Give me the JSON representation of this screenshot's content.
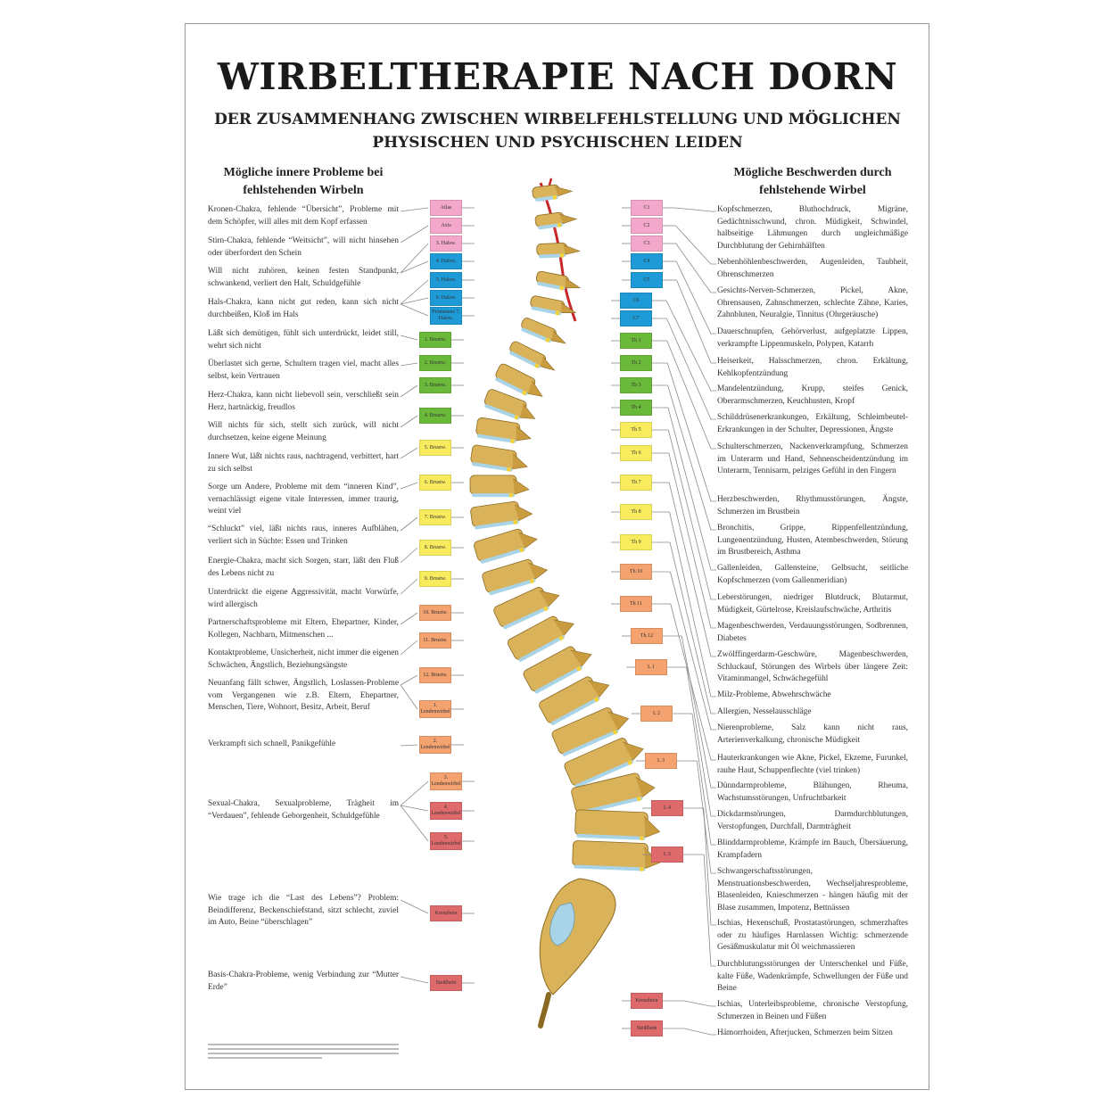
{
  "header": {
    "title": "WIRBELTHERAPIE NACH DORN",
    "subtitle_line1": "DER ZUSAMMENHANG ZWISCHEN WIRBELFEHLSTELLUNG UND MÖGLICHEN",
    "subtitle_line2": "PHYSISCHEN UND PSYCHISCHEN LEIDEN"
  },
  "left_column": {
    "heading_line1": "Mögliche innere Probleme bei",
    "heading_line2": "fehlstehenden Wirbeln",
    "items": [
      "Kronen-Chakra, fehlende “Übersicht”, Probleme mit dem Schöpfer, will alles mit dem Kopf erfassen",
      "Stirn-Chakra, fehlende “Weitsicht”, will nicht hinsehen oder überfordert den Schein",
      "Will nicht zuhören, keinen festen Standpunkt, schwankend, verliert den Halt, Schuldgefühle",
      "Hals-Chakra, kann nicht gut reden, kann sich nicht durchbeißen, Kloß im Hals",
      "Läßt sich demütigen, fühlt sich unterdrückt, leidet still, wehrt sich nicht",
      "Überlastet sich gerne, Schultern tragen viel, macht alles selbst, kein Vertrauen",
      "Herz-Chakra, kann nicht liebevoll sein, verschließt sein Herz, hartnäckig, freudlos",
      "Will nichts für sich, stellt sich zurück, will nicht durchsetzen, keine eigene Meinung",
      "Innere Wut, läßt nichts raus, nachtragend, verbittert, hart zu sich selbst",
      "Sorge um Andere, Probleme mit dem “inneren Kind”, vernachlässigt eigene vitale Interessen, immer traurig, weint viel",
      "“Schluckt” viel, läßt nichts raus, inneres Aufblähen, verliert sich in Süchte: Essen und Trinken",
      "Energie-Chakra, macht sich Sorgen, starr, läßt den Fluß des Lebens nicht zu",
      "Unterdrückt die eigene Aggressivität, macht Vorwürfe, wird allergisch",
      "Partnerschaftsprobleme mit Eltern, Ehepartner, Kinder, Kollegen, Nachbarn, Mitmenschen ...",
      "Kontaktprobleme, Unsicherheit, nicht immer die eigenen Schwächen, Ängstlich, Beziehungsängste",
      "Neuanfang fällt schwer, Ängstlich, Loslassen-Probleme vom Vergangenen wie z.B. Eltern, Ehepartner, Menschen, Tiere, Wohnort, Besitz, Arbeit, Beruf",
      "Verkrampft sich schnell, Panikgefühle",
      "Sexual-Chakra, Sexualprobleme, Trägheit im “Verdauen”, fehlende Geborgenheit, Schuldgefühle",
      "Wie trage ich die “Last des Lebens”? Problem: Beindifferenz, Beckenschiefstand, sitzt schlecht, zuviel im Auto, Beine “überschlagen”",
      "Basis-Chakra-Probleme, wenig Verbindung zur “Mutter Erde”"
    ],
    "boxes": [
      {
        "label": "Atlas",
        "color": "pink"
      },
      {
        "label": "Axis",
        "color": "pink"
      },
      {
        "label": "3. Halsw.",
        "color": "pink"
      },
      {
        "label": "4. Halsw.",
        "color": "blue"
      },
      {
        "label": "5. Halsw.",
        "color": "blue"
      },
      {
        "label": "6. Halsw.",
        "color": "blue"
      },
      {
        "label": "Prominens 7. Halsw.",
        "color": "blue"
      },
      {
        "label": "1. Brustw.",
        "color": "green"
      },
      {
        "label": "2. Brustw.",
        "color": "green"
      },
      {
        "label": "3. Brustw.",
        "color": "green"
      },
      {
        "label": "4. Brustw.",
        "color": "green"
      },
      {
        "label": "5. Brustw.",
        "color": "yellow"
      },
      {
        "label": "6. Brustw.",
        "color": "yellow"
      },
      {
        "label": "7. Brustw.",
        "color": "yellow"
      },
      {
        "label": "8. Brustw.",
        "color": "yellow"
      },
      {
        "label": "9. Brustw.",
        "color": "yellow"
      },
      {
        "label": "10. Brustw.",
        "color": "orange"
      },
      {
        "label": "11. Brustw.",
        "color": "orange"
      },
      {
        "label": "12. Brustw.",
        "color": "orange"
      },
      {
        "label": "1. Lendenwirbel",
        "color": "orange"
      },
      {
        "label": "2. Lendenwirbel",
        "color": "orange"
      },
      {
        "label": "3. Lendenwirbel",
        "color": "orange"
      },
      {
        "label": "4. Lendenwirbel",
        "color": "red"
      },
      {
        "label": "5. Lendenwirbel",
        "color": "red"
      },
      {
        "label": "Kreuzbein",
        "color": "red"
      },
      {
        "label": "Steißbein",
        "color": "red"
      }
    ]
  },
  "right_column": {
    "heading_line1": "Mögliche Beschwerden durch",
    "heading_line2": "fehlstehende Wirbel",
    "items": [
      "Kopfschmerzen, Bluthochdruck, Migräne, Gedächtnisschwund, chron. Müdigkeit, Schwindel, halbseitige Lähmungen durch ungleichmäßige Durchblutung der Gehirnhälften",
      "Nebenhöhlenbeschwerden, Augenleiden, Taubheit, Ohrenschmerzen",
      "Gesichts-Nerven-Schmerzen, Pickel, Akne, Ohrensausen, Zahnschmerzen, schlechte Zähne, Karies, Zahnbluten, Neuralgie, Tinnitus (Ohrgeräusche)",
      "Dauerschnupfen, Gehörverlust, aufgeplatzte Lippen, verkrampfte Lippenmuskeln, Polypen, Katarrh",
      "Heiserkeit, Halsschmerzen, chron. Erkältung, Kehlkopfentzündung",
      "Mandelentzündung, Krupp, steifes Genick, Oberarmschmerzen, Keuchhusten, Kropf",
      "Schilddrüsenerkrankungen, Erkältung, Schleimbeutel-Erkrankungen in der Schulter, Depressionen, Ängste",
      "Schulterschmerzen, Nackenverkrampfung, Schmerzen im Unterarm und Hand, Sehnenscheidentzündung im Unterarm, Tennisarm, pelziges Gefühl in den Fingern",
      "Herzbeschwerden, Rhythmusstörungen, Ängste, Schmerzen im Brustbein",
      "Bronchitis, Grippe, Rippenfellentzündung, Lungenentzündung, Husten, Atembeschwerden, Störung im Brustbereich, Asthma",
      "Gallenleiden, Gallensteine, Gelbsucht, seitliche Kopfschmerzen (vom Gallenmeridian)",
      "Leberstörungen, niedriger Blutdruck, Blutarmut, Müdigkeit, Gürtelrose, Kreislaufschwäche, Arthritis",
      "Magenbeschwerden, Verdauungsstörungen, Sodbrennen, Diabetes",
      "Zwölffingerdarm-Geschwüre, Magenbeschwerden, Schluckauf, Störungen des Wirbels über längere Zeit: Vitaminmangel, Schwächegefühl",
      "Milz-Probleme, Abwehrschwäche",
      "Allergien, Nesselausschläge",
      "Nierenprobleme, Salz kann nicht raus, Arterienverkalkung, chronische Müdigkeit",
      "Hauterkrankungen wie Akne, Pickel, Ekzeme, Furunkel, rauhe Haut, Schuppenflechte (viel trinken)",
      "Dünndarmprobleme, Blähungen, Rheuma, Wachstumsstörungen, Unfruchtbarkeit",
      "Dickdarmstörungen, Darmdurchblutungen, Verstopfungen, Durchfall, Darmträgheit",
      "Blinddarmprobleme, Krämpfe im Bauch, Übersäuerung, Krampfadern",
      "Schwangerschaftsstörungen, Menstruationsbeschwerden, Wechseljahresprobleme, Blasenleiden, Knieschmerzen - hängen häufig mit der Blase zusammen, Impotenz, Bettnässen",
      "Ischias, Hexenschuß, Prostatastörungen, schmerzhaftes oder zu häufiges Harnlassen Wichtig: schmerzende Gesäßmuskulatur mit Öl weichmassieren",
      "Durchblutungsstörungen der Unterschenkel und Füße, kalte Füße, Wadenkrämpfe, Schwellungen der Füße und Beine",
      "Ischias, Unterleibsprobleme, chronische Verstopfung, Schmerzen in Beinen und Füßen",
      "Hämorrhoiden, Afterjucken, Schmerzen beim Sitzen"
    ],
    "boxes": [
      {
        "label": "C1",
        "color": "pink"
      },
      {
        "label": "C2",
        "color": "pink"
      },
      {
        "label": "C3",
        "color": "pink"
      },
      {
        "label": "C4",
        "color": "blue"
      },
      {
        "label": "C5",
        "color": "blue"
      },
      {
        "label": "C6",
        "color": "blue"
      },
      {
        "label": "C7",
        "color": "blue"
      },
      {
        "label": "Th 1",
        "color": "green"
      },
      {
        "label": "Th 2",
        "color": "green"
      },
      {
        "label": "Th 3",
        "color": "green"
      },
      {
        "label": "Th 4",
        "color": "green"
      },
      {
        "label": "Th 5",
        "color": "yellow"
      },
      {
        "label": "Th 6",
        "color": "yellow"
      },
      {
        "label": "Th 7",
        "color": "yellow"
      },
      {
        "label": "Th 8",
        "color": "yellow"
      },
      {
        "label": "Th 9",
        "color": "yellow"
      },
      {
        "label": "Th 10",
        "color": "orange"
      },
      {
        "label": "Th 11",
        "color": "orange"
      },
      {
        "label": "Th 12",
        "color": "orange"
      },
      {
        "label": "L 1",
        "color": "orange"
      },
      {
        "label": "L 2",
        "color": "orange"
      },
      {
        "label": "L 3",
        "color": "orange"
      },
      {
        "label": "L 4",
        "color": "red"
      },
      {
        "label": "L 5",
        "color": "red"
      },
      {
        "label": "Kreuzbein",
        "color": "red"
      },
      {
        "label": "Steißbein",
        "color": "red"
      }
    ]
  },
  "colors": {
    "pink": "#f2a7cb",
    "blue": "#1e9ad6",
    "green": "#6ab93a",
    "yellow": "#f8ec5e",
    "orange": "#f3a270",
    "red": "#df6a6c",
    "bone": "#d9b25a",
    "disc": "#a9d3e6",
    "line": "#8a8a8a"
  }
}
